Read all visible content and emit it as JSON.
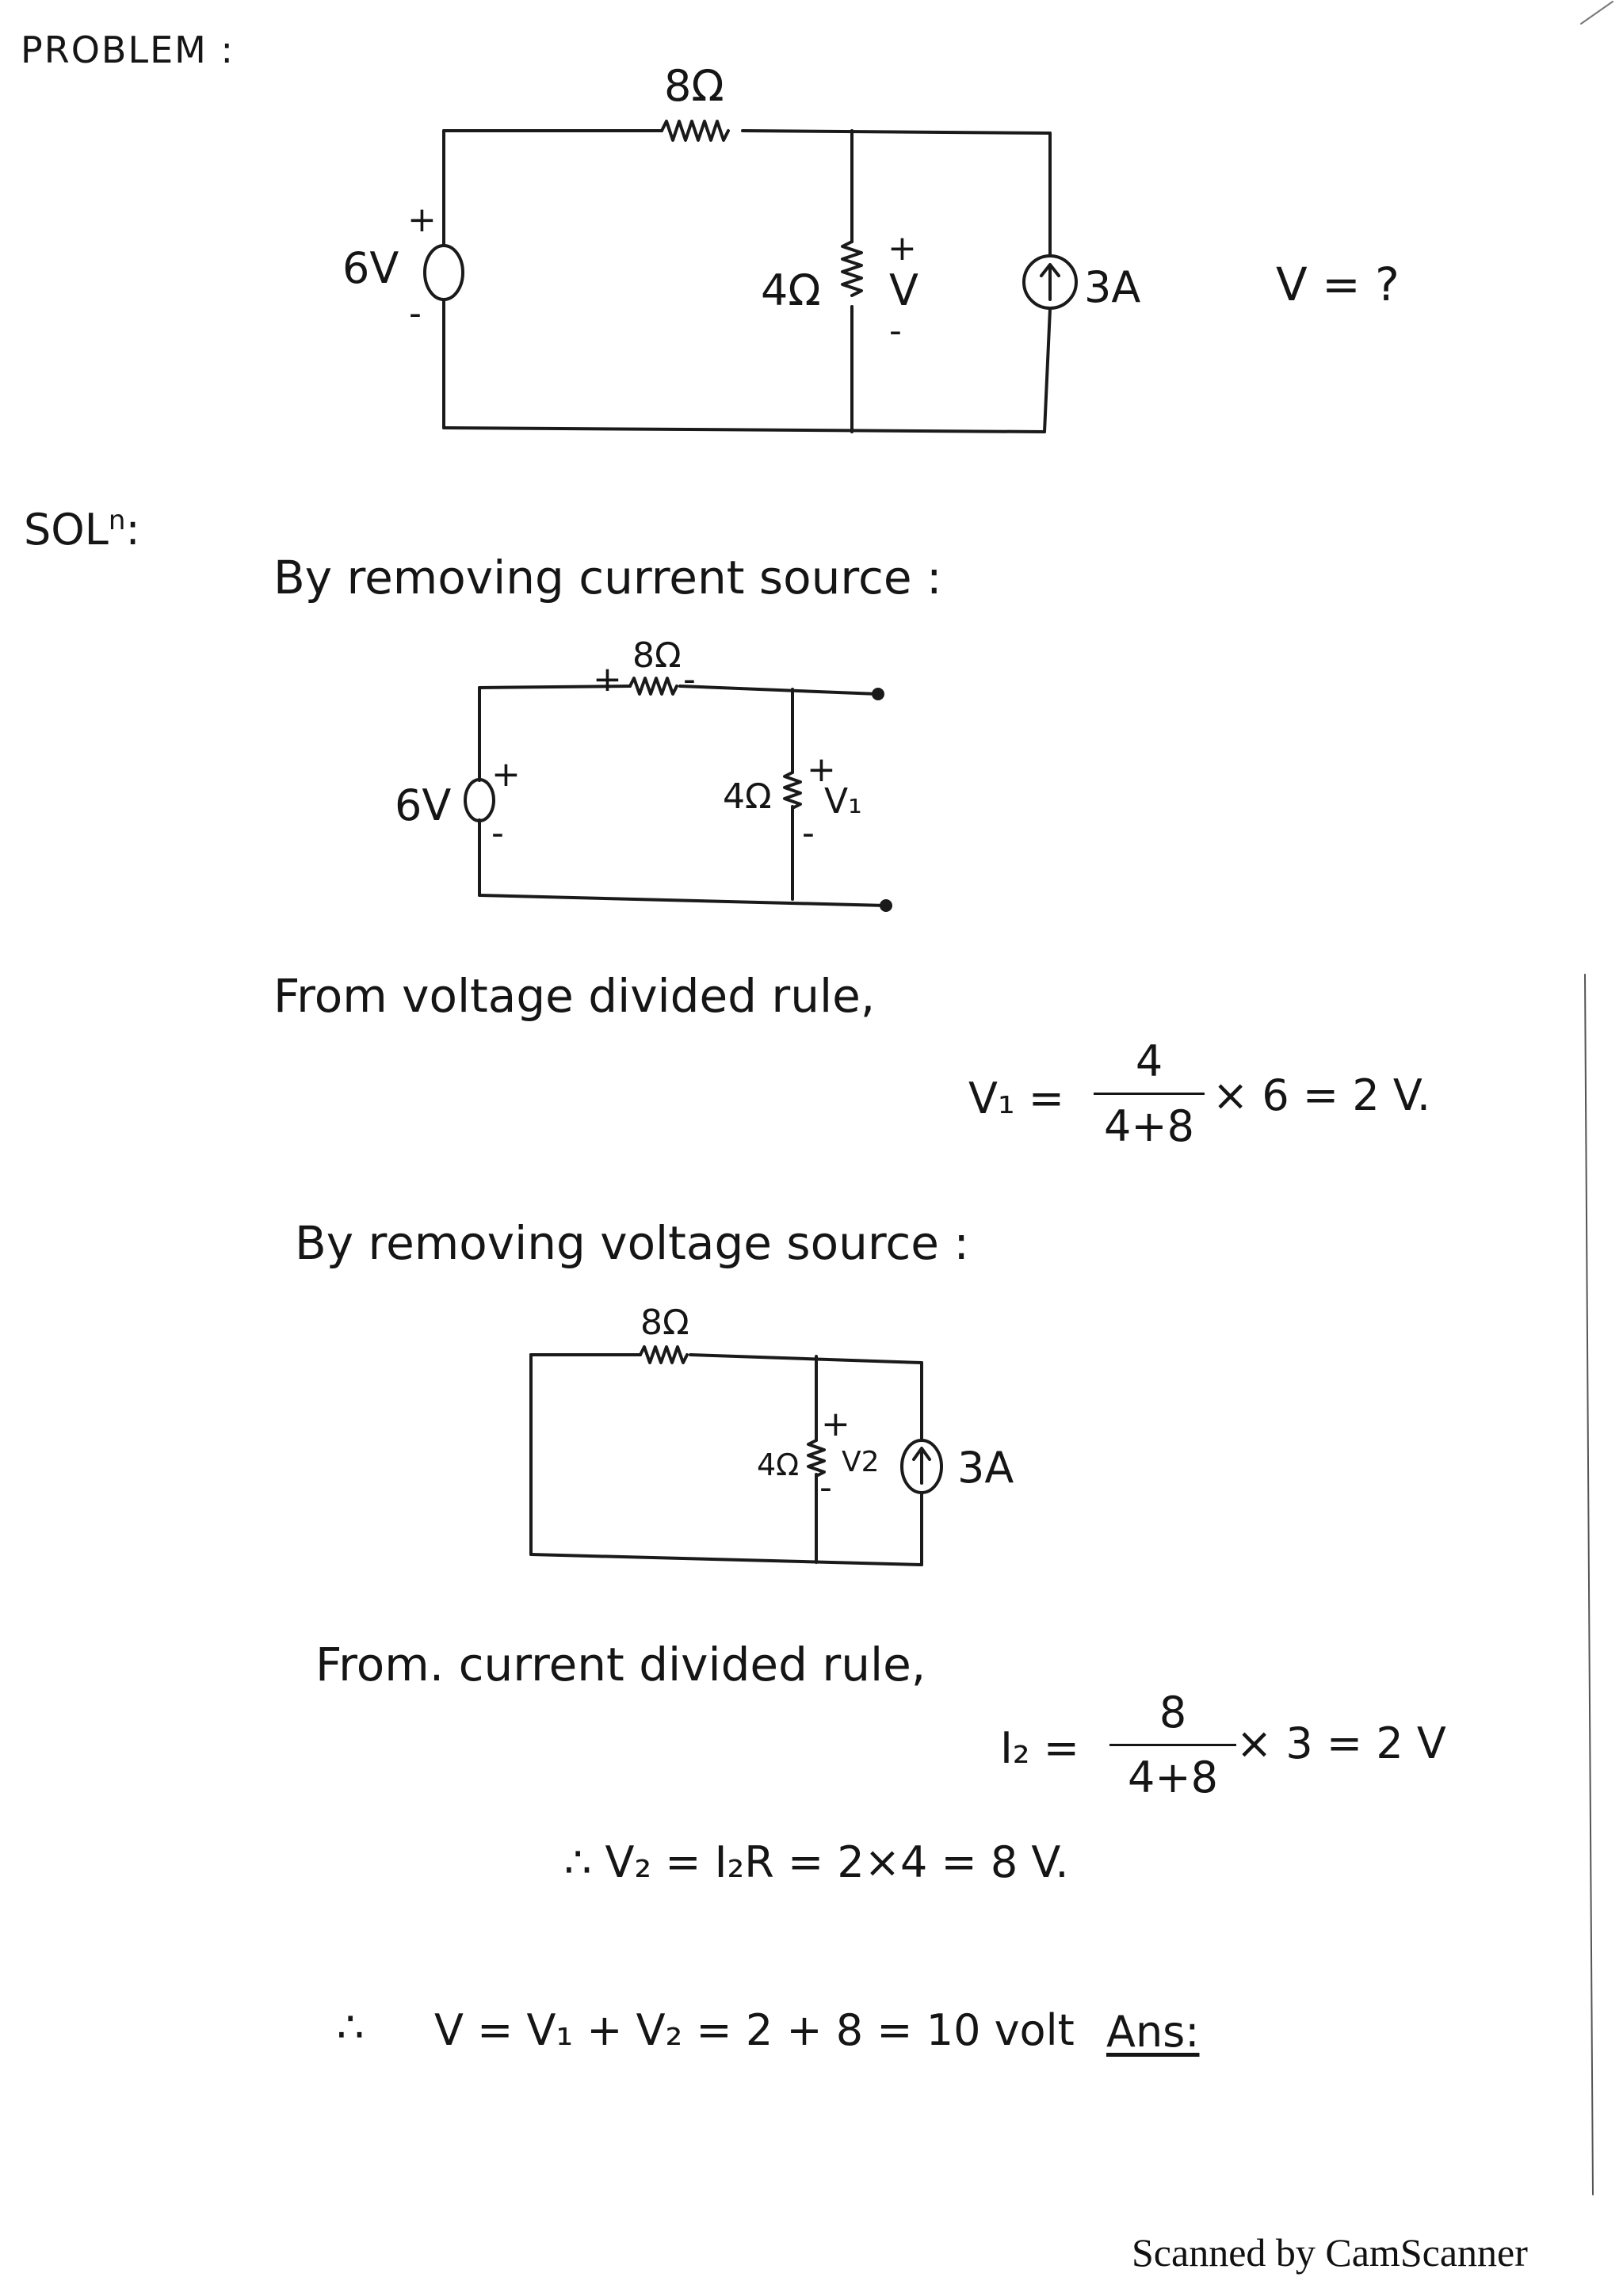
{
  "header": {
    "problem_label": "PROBLEM :"
  },
  "circuit1": {
    "r_top": "8Ω",
    "r_mid": "4Ω",
    "v_source": "6V",
    "i_source": "3A",
    "plus": "+",
    "minus": "-",
    "v_label": "V",
    "question": "V = ?"
  },
  "solution": {
    "label": "SOL",
    "label_sup": "n",
    "label_colon": ":",
    "step1_heading": "By removing current source :",
    "circuit2": {
      "r_top": "8Ω",
      "r_mid": "4Ω",
      "v_source": "6V",
      "v_label": "V₁",
      "plus": "+",
      "minus": "-"
    },
    "rule1": "From voltage divided rule,",
    "eq1": {
      "lhs": "V₁ =",
      "num": "4",
      "den": "4+8",
      "rhs": "× 6 = 2 V."
    },
    "step2_heading": "By removing voltage source :",
    "circuit3": {
      "r_top": "8Ω",
      "r_mid": "4Ω",
      "v_label": "V2",
      "i_source": "3A",
      "plus": "+",
      "minus": "-"
    },
    "rule2": "From. current divided rule,",
    "eq2": {
      "lhs": "I₂ =",
      "num": "8",
      "den": "4+8",
      "rhs": "× 3 = 2 V"
    },
    "eq3": "∴ V₂ = I₂R = 2×4 = 8 V.",
    "eq4": {
      "therefore": "∴",
      "text": "V = V₁ + V₂ = 2 + 8 = 10 volt",
      "ans": "Ans:"
    }
  },
  "footer": {
    "watermark": "Scanned by CamScanner"
  }
}
